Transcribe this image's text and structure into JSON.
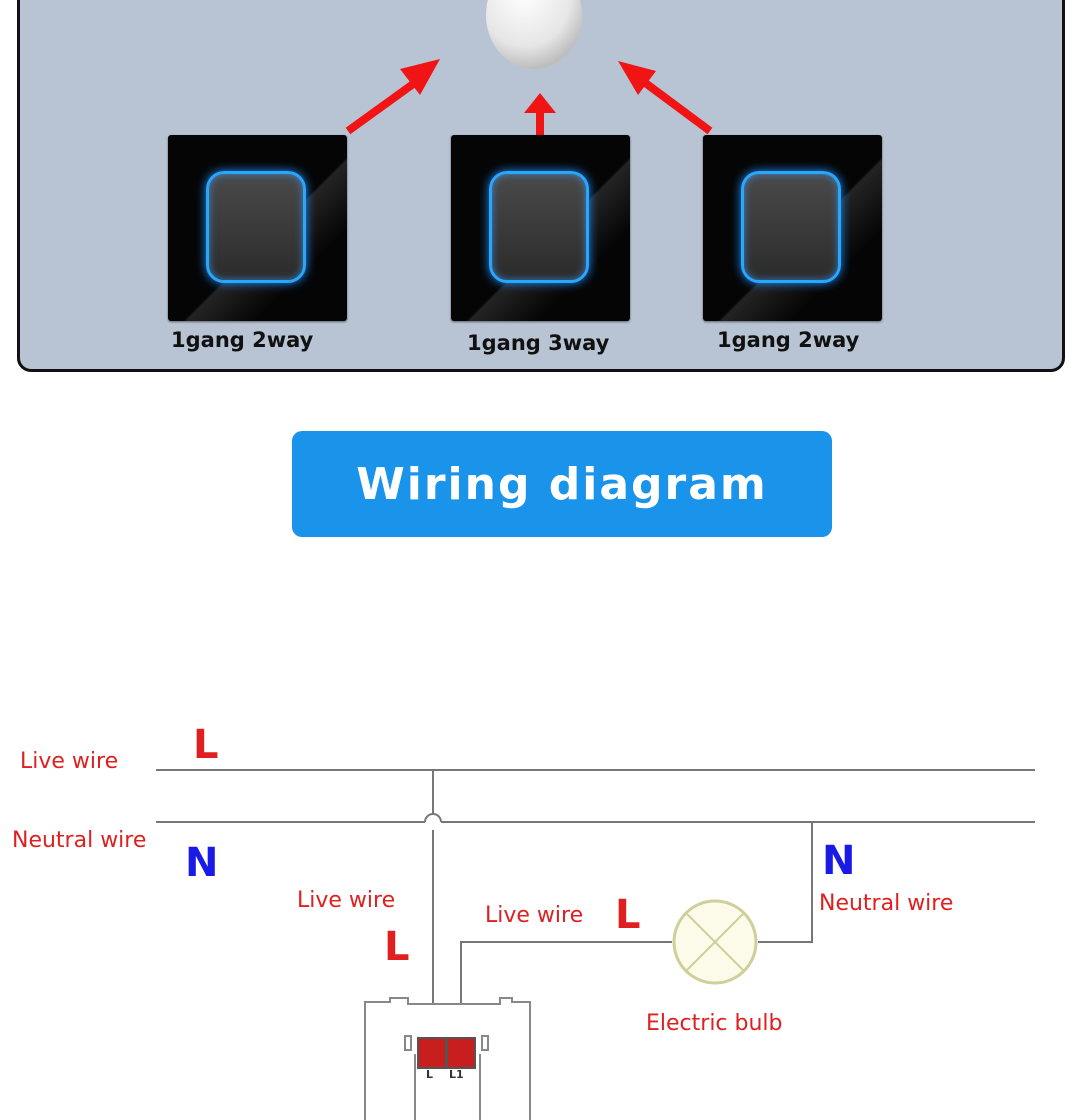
{
  "top_panel": {
    "switches": [
      {
        "label": "1gang 2way"
      },
      {
        "label": "1gang 3way"
      },
      {
        "label": "1gang 2way"
      }
    ]
  },
  "title": "Wiring diagram",
  "wiring": {
    "live_wire_label": "Live wire",
    "neutral_wire_label": "Neutral wire",
    "L": "L",
    "N": "N",
    "switch_live_label": "Live wire",
    "switch_L": "L",
    "bulb_live_label": "Live wire",
    "bulb_L": "L",
    "right_N": "N",
    "right_neutral_label": "Neutral wire",
    "bulb_label": "Electric bulb",
    "terminal_L": "L",
    "terminal_L1": "L1"
  },
  "colors": {
    "panel_bg": "#b8c4d4",
    "title_bg": "#1a93ea",
    "switch_glow": "#28a7ff",
    "wire_red": "#e02020",
    "wire_blue": "#1a1ae6",
    "arrow_red": "#f01414"
  },
  "icons": [
    "light-bulb-icon",
    "arrow-icon"
  ]
}
